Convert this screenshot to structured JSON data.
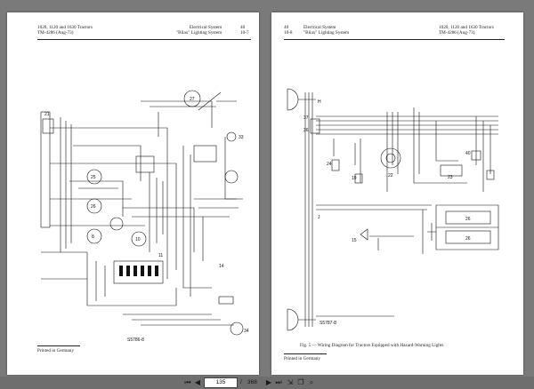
{
  "left_page": {
    "header_left": [
      "1020, 1120 and 1630 Tractors",
      "TM-4286 (Aug-73)"
    ],
    "header_right": [
      "Electrical System",
      "\"Bilax\" Lighting System"
    ],
    "header_pagenum": [
      "40",
      "10-7"
    ],
    "footer": "Printed in Germany",
    "diagram_code": "S5786-8",
    "component_labels": [
      "21",
      "27",
      "33",
      "34",
      "25",
      "26",
      "8",
      "11",
      "14",
      "10"
    ]
  },
  "right_page": {
    "header_pagenum": [
      "40",
      "10-8"
    ],
    "header_left": [
      "Electrical System",
      "\"Bilax\" Lighting System"
    ],
    "header_right": [
      "1020, 1120 and 1630 Tractors",
      "TM-4286 (Aug-73)"
    ],
    "caption": "Fig. 5 — Wiring Diagram for Tractors Equipped with Hazard-Warning Lights",
    "footer": "Printed in Germany",
    "diagram_code": "S5787-8",
    "component_labels": [
      "H",
      "37",
      "36",
      "24",
      "19",
      "22",
      "23",
      "40",
      "26",
      "26",
      "J",
      "15"
    ]
  },
  "toolbar": {
    "first_icon": "first-page-icon",
    "prev_icon": "prev-page-icon",
    "current_page": "135",
    "separator": "/",
    "total_pages": "368",
    "next_icon": "next-page-icon",
    "last_icon": "last-page-icon",
    "fit_icon": "fit-page-icon",
    "copy_icon": "copy-icon",
    "search_icon": "search-icon"
  }
}
